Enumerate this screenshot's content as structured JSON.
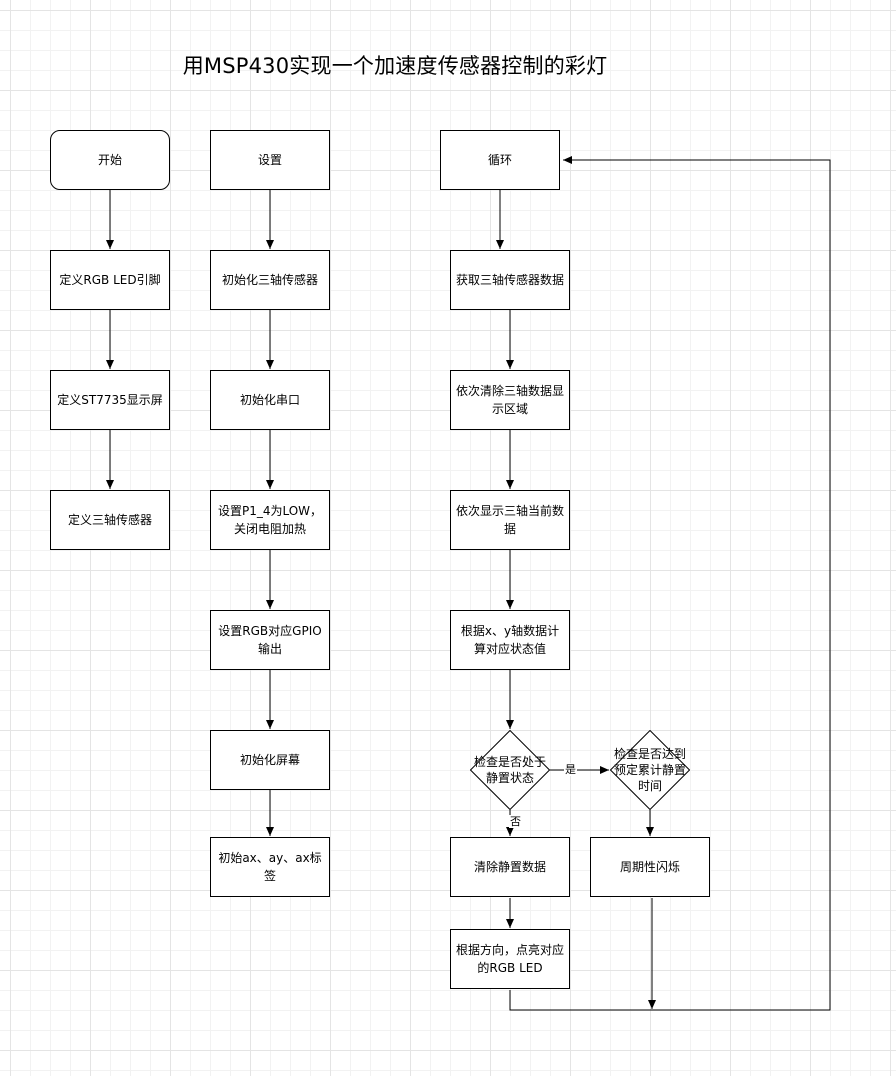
{
  "title": "用MSP430实现一个加速度传感器控制的彩灯",
  "nodes": {
    "start": "开始",
    "def_rgb": "定义RGB LED引脚",
    "def_st": "定义ST7735显示屏",
    "def_sensor": "定义三轴传感器",
    "setup": "设置",
    "init_sensor": "初始化三轴传感器",
    "init_serial": "初始化串口",
    "set_p14": "设置P1_4为LOW，关闭电阻加热",
    "set_rgb_gpio": "设置RGB对应GPIO输出",
    "init_screen": "初始化屏幕",
    "init_labels": "初始ax、ay、ax标签",
    "loop": "循环",
    "get_data": "获取三轴传感器数据",
    "clear_display": "依次清除三轴数据显示区域",
    "show_data": "依次显示三轴当前数据",
    "calc_state": "根据x、y轴数据计算对应状态值",
    "check_static": "检查是否处于静置状态",
    "check_time": "检查是否达到预定累计静置时间",
    "clear_static": "清除静置数据",
    "blink": "周期性闪烁",
    "light_led": "根据方向，点亮对应的RGB LED"
  },
  "edge_labels": {
    "yes": "是",
    "no": "否"
  }
}
